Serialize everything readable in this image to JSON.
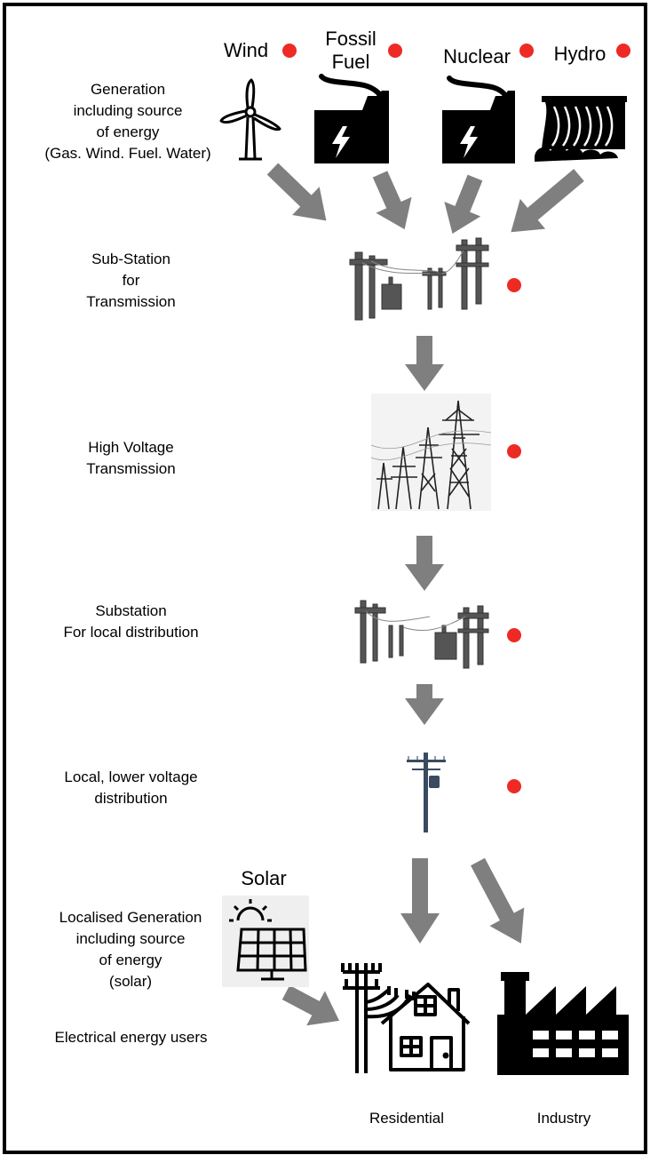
{
  "colors": {
    "marker": "#ee2a24",
    "arrow": "#7f7f7f",
    "icon": "#000000"
  },
  "sources": {
    "wind": "Wind",
    "fossil": "Fossil\nFuel",
    "nuclear": "Nuclear",
    "hydro": "Hydro",
    "solar": "Solar"
  },
  "stages": {
    "generation": "Generation\nincluding source\nof energy\n(Gas. Wind. Fuel. Water)",
    "substation_transmission": "Sub-Station\nfor\nTransmission",
    "high_voltage": "High Voltage\nTransmission",
    "substation_local": "Substation\nFor local distribution",
    "local_distribution": "Local, lower voltage\ndistribution",
    "localised_generation": "Localised Generation\nincluding source\nof energy\n(solar)",
    "users": "Electrical energy users"
  },
  "consumers": {
    "residential": "Residential",
    "industry": "Industry"
  },
  "icons": [
    "wind-turbine-icon",
    "fossil-plant-icon",
    "nuclear-plant-icon",
    "hydro-dam-icon",
    "substation-icon",
    "pylon-icon",
    "utility-pole-icon",
    "solar-panel-icon",
    "house-icon",
    "factory-icon"
  ]
}
